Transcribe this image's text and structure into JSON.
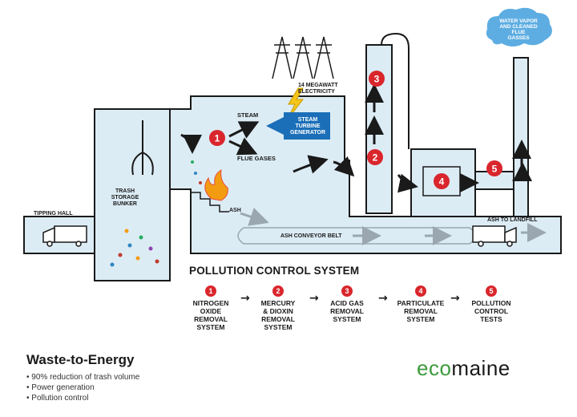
{
  "labels": {
    "megawatt": "14 MEGAWATT",
    "electricity": "ELECTRICITY",
    "steam": "STEAM",
    "turbine_1": "STEAM",
    "turbine_2": "TURBINE",
    "turbine_3": "GENERATOR",
    "flue_gases": "FLUE GASES",
    "trash_1": "TRASH",
    "trash_2": "STORAGE",
    "trash_3": "BUNKER",
    "tipping_hall": "TIPPING HALL",
    "ash": "ASH",
    "ash_conveyor": "ASH CONVEYOR BELT",
    "ash_landfill": "ASH TO LANDFILL",
    "cloud_1": "WATER VAPOR",
    "cloud_2": "AND CLEANED",
    "cloud_3": "FLUE",
    "cloud_4": "GASSES"
  },
  "markers": [
    "1",
    "2",
    "3",
    "4",
    "5"
  ],
  "pollution_control": {
    "title": "POLLUTION CONTROL SYSTEM",
    "steps": [
      {
        "num": "1",
        "text": "NITROGEN\nOXIDE\nREMOVAL\nSYSTEM"
      },
      {
        "num": "2",
        "text": "MERCURY\n& DIOXIN\nREMOVAL\nSYSTEM"
      },
      {
        "num": "3",
        "text": "ACID GAS\nREMOVAL\nSYSTEM"
      },
      {
        "num": "4",
        "text": "PARTICULATE\nREMOVAL\nSYSTEM"
      },
      {
        "num": "5",
        "text": "POLLUTION\nCONTROL\nTESTS"
      }
    ]
  },
  "footer": {
    "title": "Waste-to-Energy",
    "bullets": [
      "90% reduction of trash volume",
      "Power generation",
      "Pollution control"
    ],
    "logo_eco": "eco",
    "logo_maine": "maine"
  },
  "colors": {
    "building_fill": "#dcecf5",
    "outline": "#1a1a1a",
    "marker_red": "#d9262c",
    "turbine_blue": "#1b6fb8",
    "logo_green": "#3c9a3c"
  }
}
